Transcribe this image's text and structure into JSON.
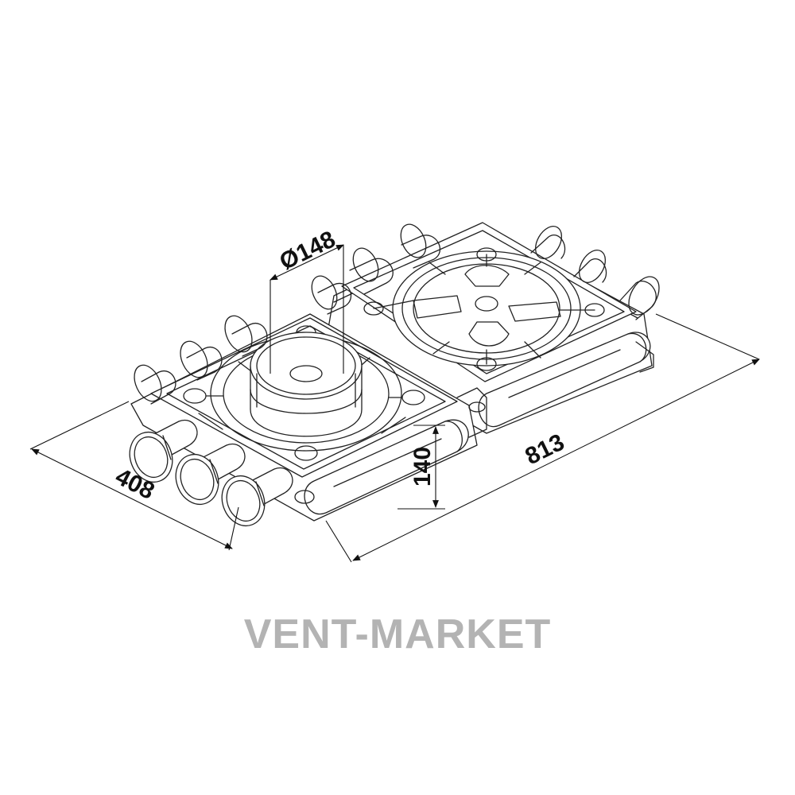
{
  "dimensions": {
    "diameter": "Ø148",
    "width": "408",
    "height": "140",
    "length": "813"
  },
  "watermark": "VENT-MARKET",
  "colors": {
    "line": "#222222",
    "watermark": "#b3b3b3",
    "background": "#ffffff"
  }
}
